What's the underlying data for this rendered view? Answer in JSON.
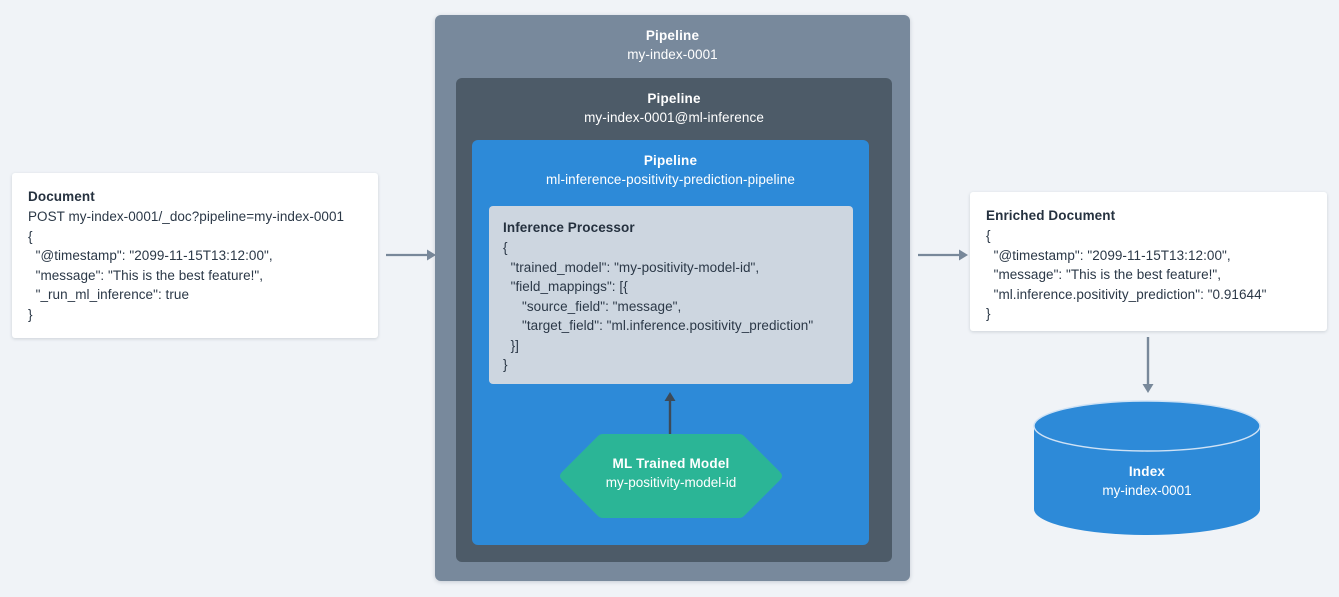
{
  "colors": {
    "background": "#f0f3f7",
    "pipeline_outer": "#78899c",
    "pipeline_middle": "#4d5b68",
    "pipeline_inner": "#2d8ad8",
    "processor_panel": "#cdd6e0",
    "ml_model": "#2bb596",
    "index_cylinder": "#2d8ad8",
    "arrow_gray": "#78889a",
    "arrow_dark": "#3d4a57",
    "card_background": "#ffffff",
    "text_dark": "#2b3847",
    "text_light": "#ffffff"
  },
  "document": {
    "title": "Document",
    "lines": [
      "POST my-index-0001/_doc?pipeline=my-index-0001",
      "{",
      "  \"@timestamp\": \"2099-11-15T13:12:00\",",
      "  \"message\": \"This is the best feature!\",",
      "  \"_run_ml_inference\": true",
      "}"
    ]
  },
  "pipeline_outer": {
    "title": "Pipeline",
    "subtitle": "my-index-0001"
  },
  "pipeline_middle": {
    "title": "Pipeline",
    "subtitle": "my-index-0001@ml-inference"
  },
  "pipeline_inner": {
    "title": "Pipeline",
    "subtitle": "ml-inference-positivity-prediction-pipeline"
  },
  "inference_processor": {
    "title": "Inference Processor",
    "lines": [
      "{",
      "  \"trained_model\": \"my-positivity-model-id\",",
      "  \"field_mappings\": [{",
      "     \"source_field\": \"message\",",
      "     \"target_field\": \"ml.inference.positivity_prediction\"",
      "  }]",
      "}"
    ]
  },
  "ml_model": {
    "title": "ML Trained Model",
    "subtitle": "my-positivity-model-id"
  },
  "enriched_document": {
    "title": "Enriched Document",
    "lines": [
      "{",
      "  \"@timestamp\": \"2099-11-15T13:12:00\",",
      "  \"message\": \"This is the best feature!\",",
      "  \"ml.inference.positivity_prediction\": \"0.91644\"",
      "}"
    ]
  },
  "index": {
    "title": "Index",
    "subtitle": "my-index-0001"
  },
  "arrows": [
    {
      "name": "document-to-pipeline",
      "direction": "right"
    },
    {
      "name": "pipeline-to-enriched-document",
      "direction": "right"
    },
    {
      "name": "ml-model-to-inference-processor",
      "direction": "up"
    },
    {
      "name": "enriched-document-to-index",
      "direction": "down"
    }
  ]
}
